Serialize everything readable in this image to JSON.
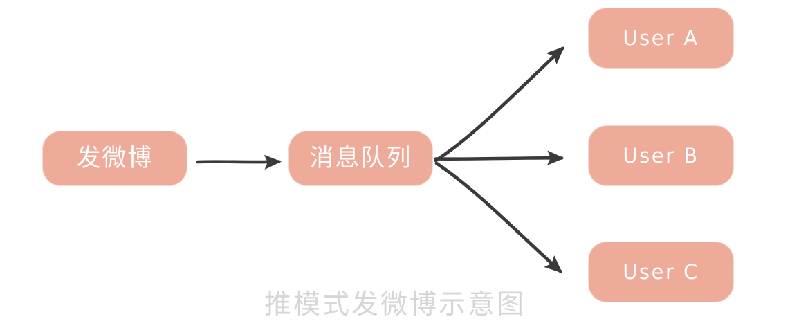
{
  "diagram": {
    "title_caption": "推模式发微博示意图",
    "background_color": "#ffffff",
    "node_fill_color": "#eeab99",
    "node_text_color": "#ffffff",
    "arrow_color": "#3a3a3a",
    "caption_color": "#d6d6d6",
    "type": "flow-diagram",
    "nodes": [
      {
        "id": "post",
        "label": "发微博",
        "lang": "zh"
      },
      {
        "id": "queue",
        "label": "消息队列",
        "lang": "zh"
      },
      {
        "id": "user_a",
        "label": "User A",
        "lang": "en"
      },
      {
        "id": "user_b",
        "label": "User B",
        "lang": "en"
      },
      {
        "id": "user_c",
        "label": "User C",
        "lang": "en"
      }
    ],
    "edges": [
      {
        "id": "post-to-queue",
        "from": "post",
        "to": "queue",
        "label": ""
      },
      {
        "id": "queue-to-user-a",
        "from": "queue",
        "to": "user_a",
        "label": ""
      },
      {
        "id": "queue-to-user-b",
        "from": "queue",
        "to": "user_b",
        "label": ""
      },
      {
        "id": "queue-to-user-c",
        "from": "queue",
        "to": "user_c",
        "label": ""
      }
    ]
  }
}
